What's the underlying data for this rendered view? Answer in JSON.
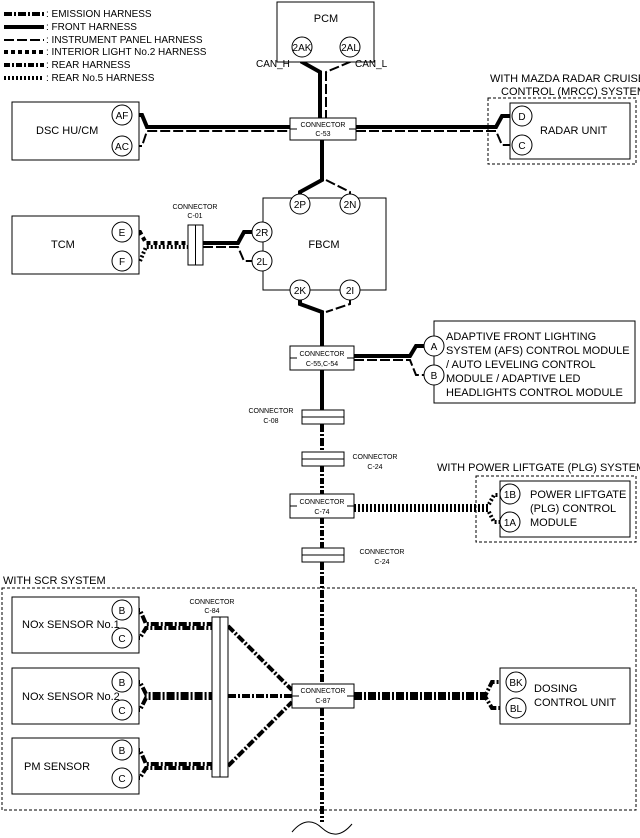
{
  "legend": {
    "emission": ": EMISSION HARNESS",
    "front": ": FRONT HARNESS",
    "instrument": ": INSTRUMENT PANEL HARNESS",
    "interior": ": INTERIOR LIGHT No.2 HARNESS",
    "rear": ": REAR HARNESS",
    "rear5": ": REAR No.5 HARNESS"
  },
  "modules": {
    "pcm": "PCM",
    "dsc": "DSC HU/CM",
    "radar": "RADAR UNIT",
    "tcm": "TCM",
    "fbcm": "FBCM",
    "afs": [
      "ADAPTIVE FRONT LIGHTING",
      "SYSTEM (AFS) CONTROL MODULE",
      "/ AUTO LEVELING CONTROL",
      "MODULE / ADAPTIVE LED",
      "HEADLIGHTS CONTROL MODULE"
    ],
    "plg": [
      "POWER LIFTGATE",
      "(PLG) CONTROL",
      "MODULE"
    ],
    "nox1": "NOx SENSOR No.1",
    "nox2": "NOx SENSOR No.2",
    "pm": "PM SENSOR",
    "dosing": [
      "DOSING",
      "CONTROL UNIT"
    ]
  },
  "groups": {
    "mrcc": [
      "WITH MAZDA RADAR CRUISE",
      "CONTROL (MRCC) SYSTEM"
    ],
    "plg": "WITH POWER LIFTGATE (PLG) SYSTEM",
    "scr": "WITH SCR SYSTEM"
  },
  "signals": {
    "can_h": "CAN_H",
    "can_l": "CAN_L"
  },
  "pins": {
    "pcm_h": "2AK",
    "pcm_l": "2AL",
    "dsc_h": "AF",
    "dsc_l": "AC",
    "radar_h": "D",
    "radar_l": "C",
    "tcm_h": "E",
    "tcm_l": "F",
    "fbcm_top_h": "2P",
    "fbcm_top_l": "2N",
    "fbcm_left_h": "2R",
    "fbcm_left_l": "2L",
    "fbcm_bot_h": "2K",
    "fbcm_bot_l": "2I",
    "afs_h": "A",
    "afs_l": "B",
    "plg_h": "1B",
    "plg_l": "1A",
    "nox1_h": "B",
    "nox1_l": "C",
    "nox2_h": "B",
    "nox2_l": "C",
    "pm_h": "B",
    "pm_l": "C",
    "dcu_h": "BK",
    "dcu_l": "BL"
  },
  "connectors": {
    "word": "CONNECTOR",
    "c53": "C-53",
    "c01": "C-01",
    "c55": "C-55,C-54",
    "c08": "C-08",
    "c24a": "C-24",
    "c74": "C-74",
    "c24b": "C-24",
    "c84": "C-84",
    "c87": "C-87"
  }
}
